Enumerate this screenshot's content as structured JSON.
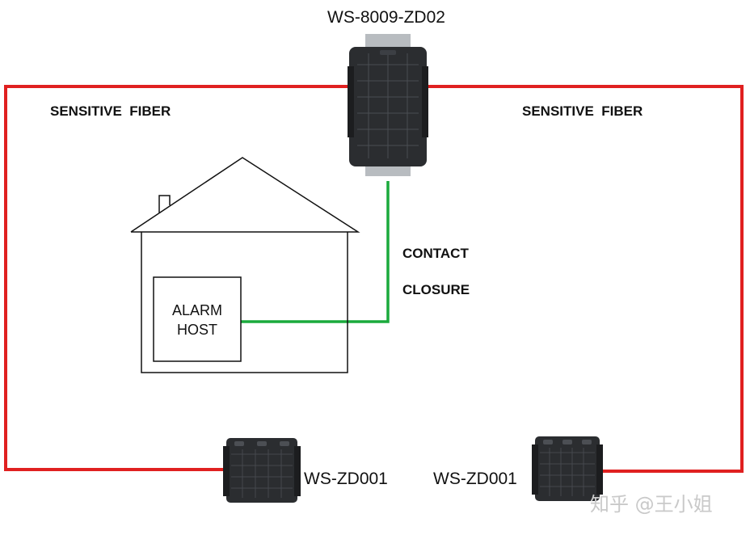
{
  "diagram": {
    "top_device_label": "WS-8009-ZD02",
    "left_fiber_label": "SENSITIVE  FIBER",
    "right_fiber_label": "SENSITIVE  FIBER",
    "contact_label": "CONTACT",
    "closure_label": "CLOSURE",
    "alarm_host": {
      "line1": "ALARM",
      "line2": "HOST"
    },
    "bottom_left_device_label": "WS-ZD001",
    "bottom_right_device_label": "WS-ZD001",
    "watermark": "知乎 @王小姐"
  },
  "colors": {
    "fiber": "#e02020",
    "contact_wire": "#1aaa3c",
    "outline": "#111111",
    "device_body": "#2b2d30"
  }
}
